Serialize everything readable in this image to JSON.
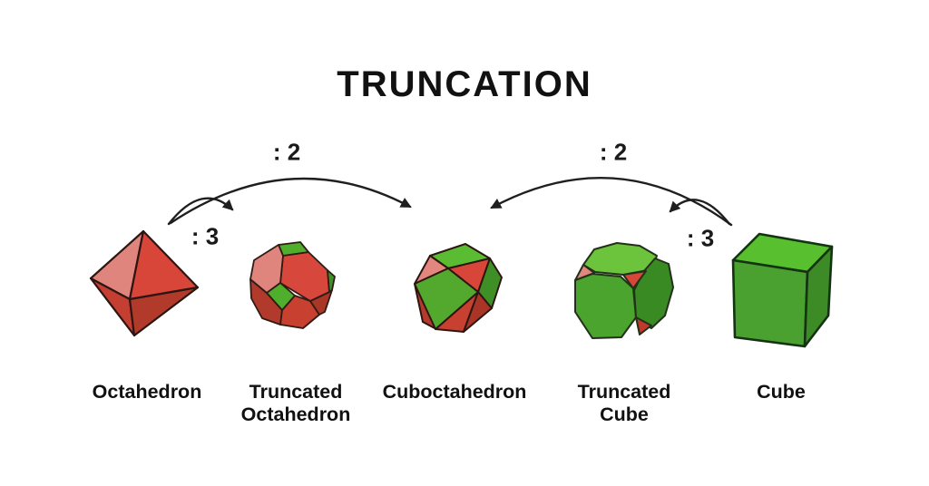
{
  "title": "TRUNCATION",
  "ratios": {
    "left_long": ": 2",
    "left_short": ": 3",
    "right_long": ": 2",
    "right_short": ": 3"
  },
  "shapes": [
    {
      "name": "Octahedron"
    },
    {
      "name": "Truncated\nOctahedron"
    },
    {
      "name": "Cuboctahedron"
    },
    {
      "name": "Truncated\nCube"
    },
    {
      "name": "Cube"
    }
  ],
  "colors": {
    "background": "#ffffff",
    "text": "#111111",
    "arrow": "#1f1f1f",
    "red_light": "#e0857e",
    "red": "#d8463a",
    "red_medium": "#c8402f",
    "red_dark": "#b43a2c",
    "red_darker": "#a93526",
    "green_bright": "#5abc32",
    "green_light": "#6cc43c",
    "green": "#4fae2c",
    "green_medium": "#4aa12f",
    "green_dark": "#3e9026",
    "edge_red": "#2d1612",
    "edge_green": "#1c3312"
  }
}
